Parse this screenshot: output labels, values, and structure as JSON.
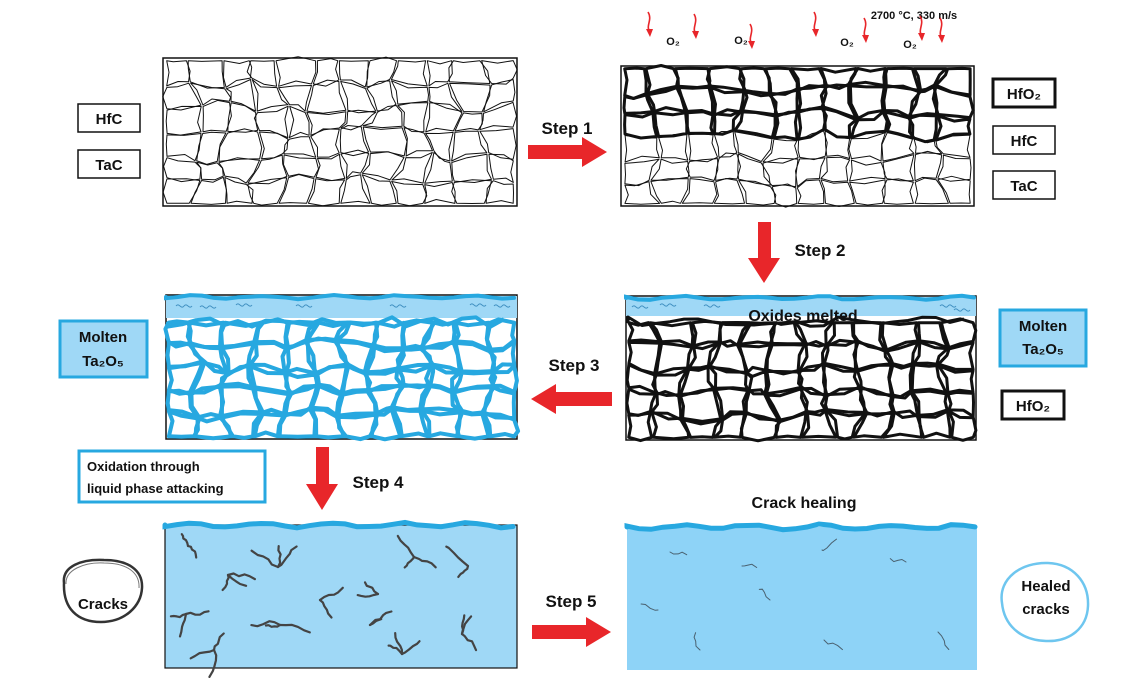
{
  "conditions": "2700 °C, 330 m/s",
  "o2_label": "O₂",
  "steps": {
    "s1": "Step 1",
    "s2": "Step 2",
    "s3": "Step 3",
    "s4": "Step 4",
    "s5": "Step 5"
  },
  "labels": {
    "hfc": "HfC",
    "tac": "TaC",
    "hfo2": "HfO₂",
    "molten_line1": "Molten",
    "molten_line2": "Ta₂O₅",
    "oxides_melted": "Oxides melted",
    "liquid_line1": "Oxidation through",
    "liquid_line2": "liquid phase attacking",
    "cracks": "Cracks",
    "crack_healing": "Crack healing",
    "healed_line1": "Healed",
    "healed_line2": "cracks"
  },
  "colors": {
    "oxide_blue": "#27a8e0",
    "liquid_fill": "#9fd8f6",
    "healed_fill": "#8ed3f7",
    "arrow_red": "#e8262a",
    "grain_stroke": "#111111",
    "crack_gray": "#555555",
    "healed_outline": "#6ec6ef"
  }
}
